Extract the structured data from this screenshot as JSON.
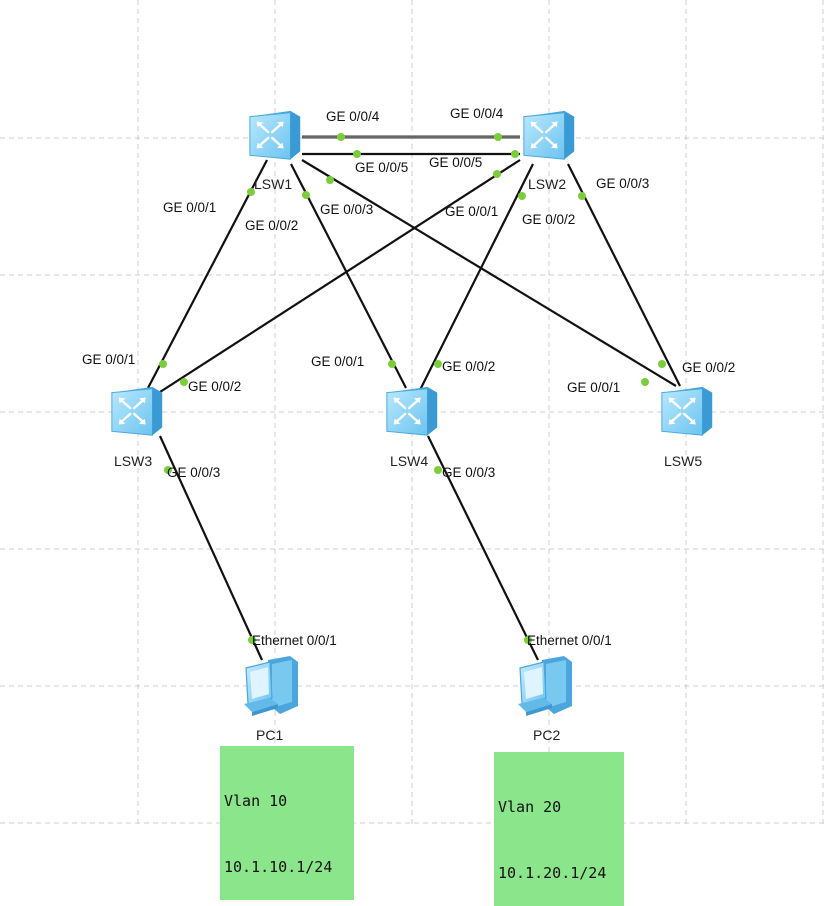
{
  "devices": {
    "LSW1": {
      "name": "LSW1",
      "icon": "switch-icon"
    },
    "LSW2": {
      "name": "LSW2",
      "icon": "switch-icon"
    },
    "LSW3": {
      "name": "LSW3",
      "icon": "switch-icon"
    },
    "LSW4": {
      "name": "LSW4",
      "icon": "switch-icon"
    },
    "LSW5": {
      "name": "LSW5",
      "icon": "switch-icon"
    },
    "PC1": {
      "name": "PC1",
      "icon": "pc-icon"
    },
    "PC2": {
      "name": "PC2",
      "icon": "pc-icon"
    }
  },
  "ports": {
    "lsw1_ge004": "GE 0/0/4",
    "lsw2_ge004": "GE 0/0/4",
    "lsw1_ge005": "GE 0/0/5",
    "lsw2_ge005": "GE 0/0/5",
    "lsw1_ge001": "GE 0/0/1",
    "lsw1_ge002": "GE 0/0/2",
    "lsw1_ge003": "GE 0/0/3",
    "lsw2_ge001": "GE 0/0/1",
    "lsw2_ge002": "GE 0/0/2",
    "lsw2_ge003": "GE 0/0/3",
    "lsw3_ge001": "GE 0/0/1",
    "lsw3_ge002": "GE 0/0/2",
    "lsw3_ge003": "GE 0/0/3",
    "lsw4_ge001": "GE 0/0/1",
    "lsw4_ge002": "GE 0/0/2",
    "lsw4_ge003": "GE 0/0/3",
    "lsw5_ge001": "GE 0/0/1",
    "lsw5_ge002": "GE 0/0/2",
    "pc1_eth": "Ethernet 0/0/1",
    "pc2_eth": "Ethernet 0/0/1"
  },
  "notes": {
    "pc1": {
      "vlan": "Vlan 10",
      "ip": "10.1.10.1/24"
    },
    "pc2": {
      "vlan": "Vlan 20",
      "ip": "10.1.20.1/24"
    }
  },
  "colors": {
    "link": "#111111",
    "port_dot": "#7ccd3c",
    "switch_body": "#8fd3f5",
    "switch_side": "#5bb7e8",
    "pc_body": "#8fd3f5",
    "note_bg": "#8be58b",
    "grid": "#cfcfcf"
  }
}
